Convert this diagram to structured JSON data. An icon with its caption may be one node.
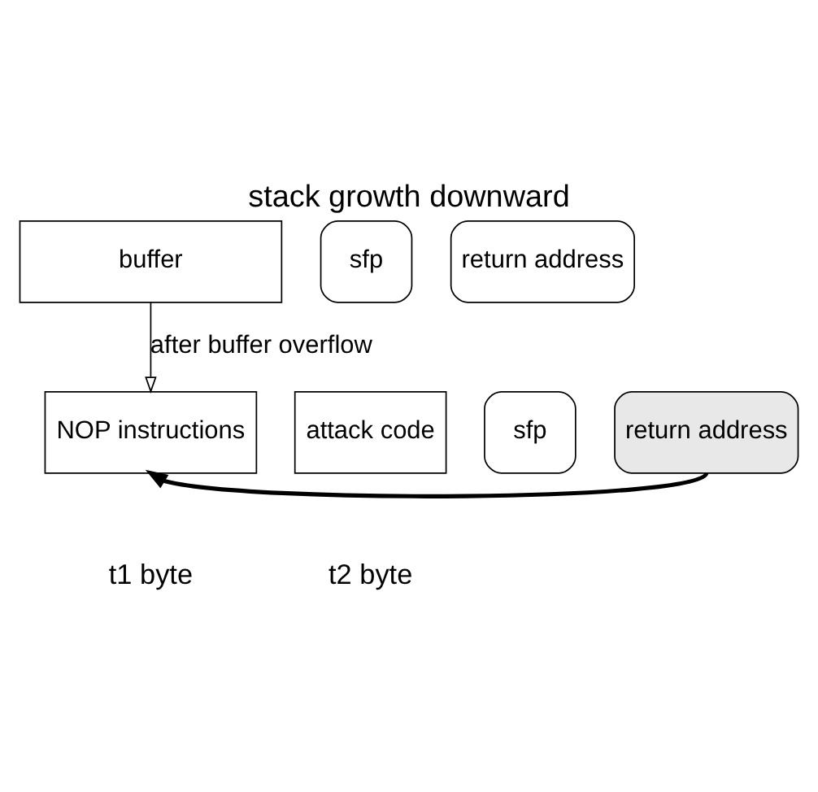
{
  "diagram": {
    "title": "stack growth downward",
    "nodes": [
      {
        "text": [
          "buffer"
        ]
      },
      {
        "text": [
          "sfp"
        ]
      },
      {
        "text": [
          "return address"
        ]
      },
      {
        "text": [
          "NOP instructions"
        ]
      },
      {
        "text": [
          "attack code"
        ]
      },
      {
        "text": [
          "sfp"
        ]
      },
      {
        "text": [
          "return address"
        ]
      }
    ],
    "edges": [
      {
        "from": 0,
        "to": 3,
        "arrow": "to",
        "label": "after buffer overflow"
      },
      {
        "from": 6,
        "to": 3,
        "arrow": "to",
        "style": "thick"
      }
    ],
    "labels": [
      "t1 byte",
      "t2 byte"
    ]
  }
}
